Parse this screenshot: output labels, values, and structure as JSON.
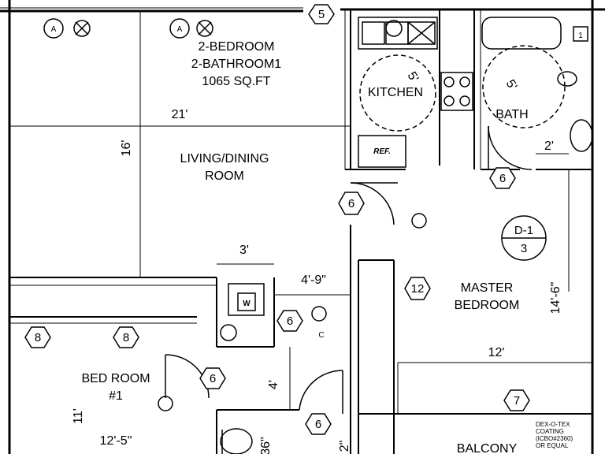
{
  "plan": {
    "unit_title_line1": "2-BEDROOM",
    "unit_title_line2": "2-BATHROOM1",
    "unit_area": "1065 SQ.FT",
    "rooms": {
      "living": [
        "LIVING/DINING",
        "ROOM"
      ],
      "kitchen": "KITCHEN",
      "bath": "BATH",
      "master": [
        "MASTER",
        "BEDROOM"
      ],
      "bedroom1": [
        "BED ROOM",
        "#1"
      ],
      "balcony": "BALCONY"
    },
    "appliances": {
      "refrigerator": "REF.",
      "washer": "W",
      "fixture_c": "C",
      "fixture_a": "A"
    },
    "dimensions": {
      "living_width": "21'",
      "living_depth": "16'",
      "kitchen_radius": "5'",
      "bath_radius": "5'",
      "bath_offset": "2'",
      "closet_width": "3'",
      "hall_width": "4'-9\"",
      "master_depth": "14'-6\"",
      "master_width": "12'",
      "hall_length": "4'",
      "bed1_depth": "11'",
      "bed1_width": "12'-5\"",
      "partial_a": "36\"",
      "partial_b": "2\""
    },
    "tags": {
      "t5": "5",
      "t6": "6",
      "t7": "7",
      "t8": "8",
      "t12": "12",
      "t1": "1",
      "detail_top": "D-1",
      "detail_bottom": "3"
    },
    "note": [
      "DEX-O-TEX",
      "COATING",
      "(ICBO#2360)",
      "OR EQUAL"
    ]
  }
}
